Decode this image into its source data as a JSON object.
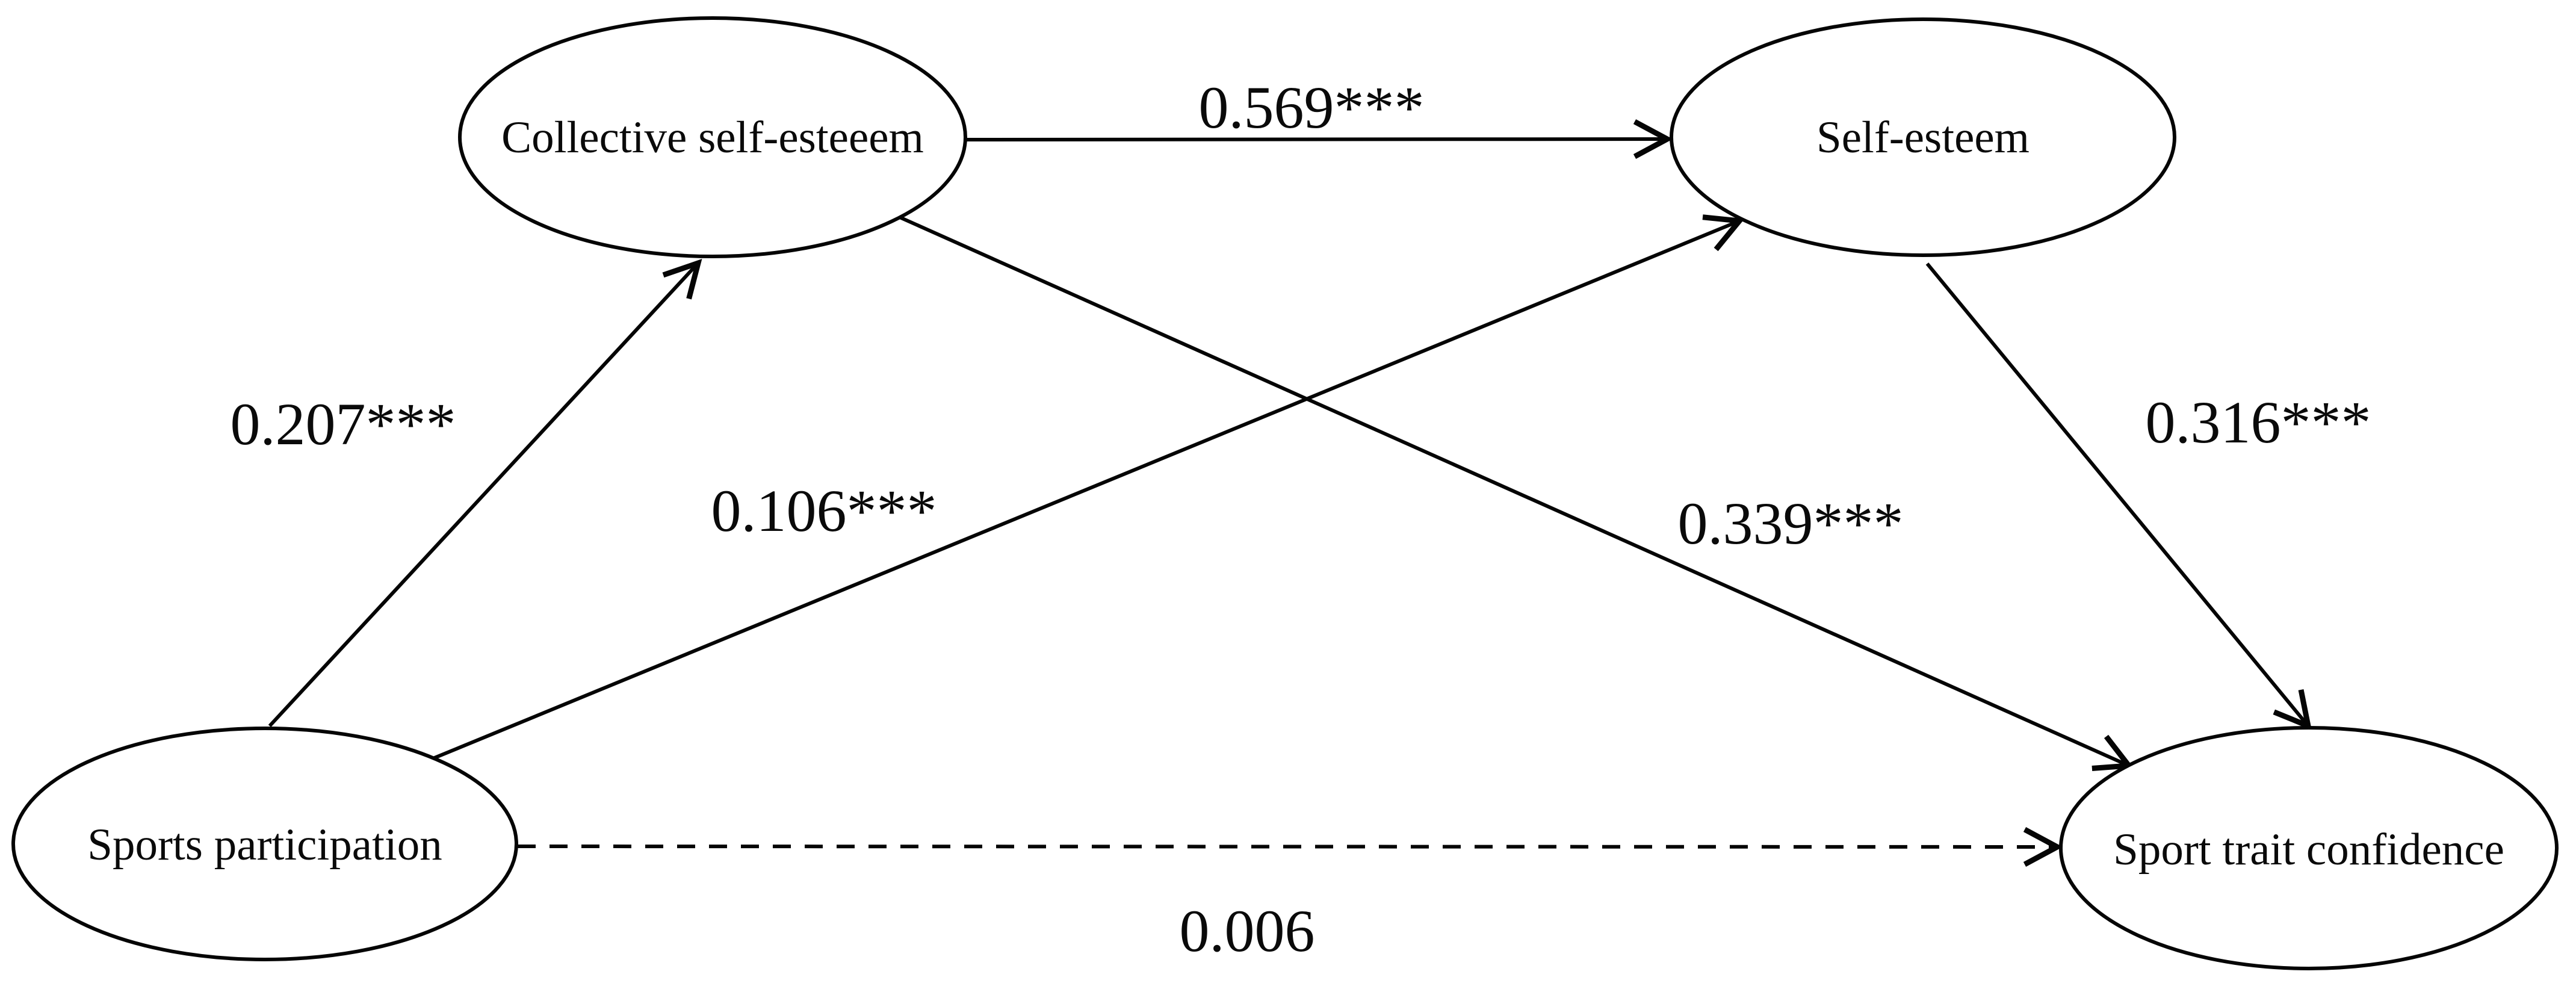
{
  "figure": {
    "type": "path-diagram",
    "background_color": "#ffffff",
    "ink_color": "#050505"
  },
  "nodes": [
    {
      "id": "collective-self-esteem",
      "label": "Collective self-esteeem"
    },
    {
      "id": "self-esteem",
      "label": "Self-esteem"
    },
    {
      "id": "sports-participation",
      "label": "Sports participation"
    },
    {
      "id": "sport-trait-confidence",
      "label": "Sport trait confidence"
    }
  ],
  "edges": [
    {
      "from": "sports-participation",
      "to": "collective-self-esteem",
      "coefficient": "0.207***",
      "style": "solid"
    },
    {
      "from": "collective-self-esteem",
      "to": "self-esteem",
      "coefficient": "0.569***",
      "style": "solid"
    },
    {
      "from": "sports-participation",
      "to": "self-esteem",
      "coefficient": "0.106***",
      "style": "solid"
    },
    {
      "from": "collective-self-esteem",
      "to": "sport-trait-confidence",
      "coefficient": "0.339***",
      "style": "solid"
    },
    {
      "from": "self-esteem",
      "to": "sport-trait-confidence",
      "coefficient": "0.316***",
      "style": "solid"
    },
    {
      "from": "sports-participation",
      "to": "sport-trait-confidence",
      "coefficient": "0.006",
      "style": "dashed"
    }
  ]
}
